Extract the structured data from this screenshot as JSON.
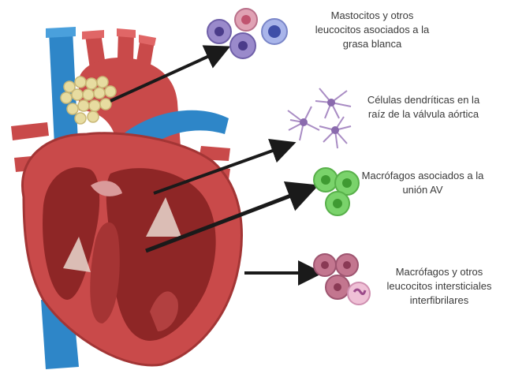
{
  "labels": [
    {
      "lines": [
        "Mastocitos y otros",
        "leucocitos asociados a la",
        "grasa blanca"
      ]
    },
    {
      "lines": [
        "Células dendríticas en la",
        "raíz de la válvula aórtica"
      ]
    },
    {
      "lines": [
        "Macrófagos  asociados a la",
        "unión AV"
      ]
    },
    {
      "lines": [
        "Macrófagos y otros",
        "leucocitos  intersticiales",
        "interfibrilares"
      ]
    }
  ],
  "colors": {
    "heart_red": "#c94a4a",
    "heart_dark": "#8e2626",
    "vessel_blue": "#2e86c8",
    "fat_yellow": "#e7dca0",
    "mast_cell": "#8f7fbf",
    "dendritic_cell": "#a98cc4",
    "macrophage_green": "#7ad36b",
    "leukocyte_pink": "#c3768f",
    "arrow": "#1a1a1a"
  }
}
